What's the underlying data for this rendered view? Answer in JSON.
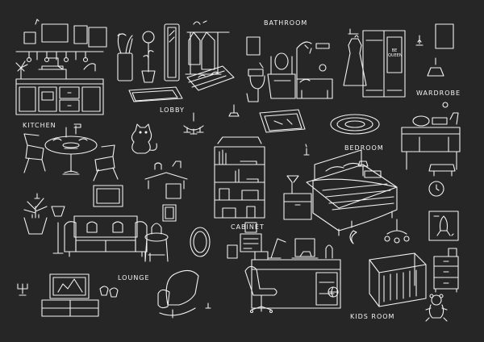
{
  "labels": {
    "kitchen": "KITCHEN",
    "lobby": "LOBBY",
    "bathroom": "BATHROOM",
    "wardrobe": "WARDROBE",
    "bedroom": "BEDROOM",
    "cabinet": "CABINET",
    "lounge": "LOUNGE",
    "kids_room": "KIDS ROOM"
  },
  "door_sign": {
    "line1": "BE",
    "line2": "QUEEN"
  },
  "colors": {
    "background": "#262626",
    "chalk": "#f2f2f2"
  },
  "icons": [
    "kitchen-set-icon",
    "dining-table-icon",
    "umbrella-stand-icon",
    "potted-tree-icon",
    "mirror-icon",
    "hanger-rack-icon",
    "shoe-rack-icon",
    "rug-icon",
    "cat-icon",
    "chandelier-icon",
    "bathroom-set-icon",
    "bath-mat-icon",
    "round-rug-icon",
    "wardrobe-icon",
    "dress-icon",
    "vanity-table-icon",
    "lamp-icon",
    "bookcase-icon",
    "bed-icon",
    "nightstand-icon",
    "wall-clock-icon",
    "sofa-icon",
    "floor-lamp-icon",
    "armchair-icon",
    "tv-icon",
    "desk-icon",
    "office-chair-icon",
    "crib-icon",
    "mobile-icon",
    "teddy-bear-icon",
    "ball-icon",
    "rocket-poster-icon"
  ]
}
